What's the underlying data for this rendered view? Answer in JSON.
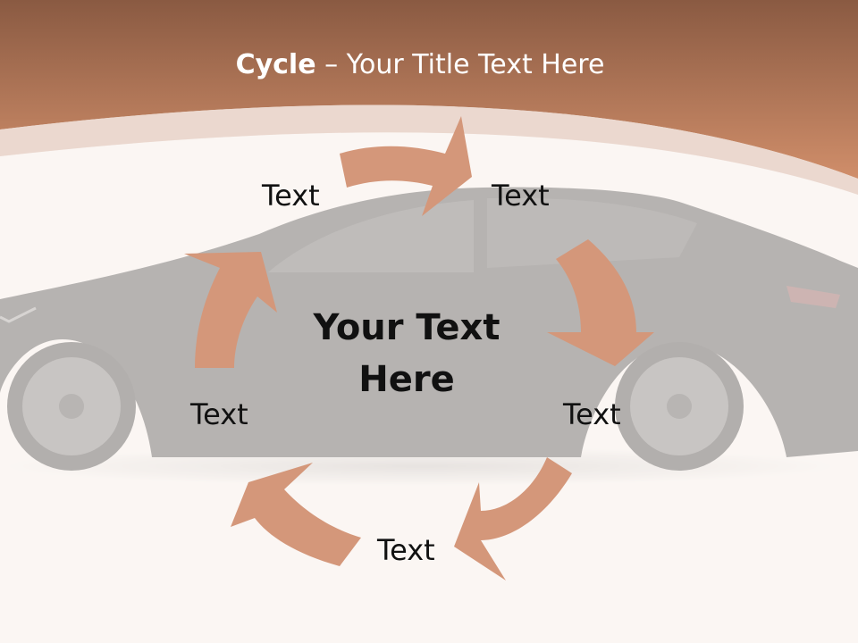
{
  "slide": {
    "title_bold": "Cycle",
    "title_rest": " – Your Title Text Here",
    "center_text_line1": "Your Text",
    "center_text_line2": "Here",
    "nodes": [
      {
        "id": "top-left",
        "label": "Text"
      },
      {
        "id": "top-right",
        "label": "Text"
      },
      {
        "id": "right",
        "label": "Text"
      },
      {
        "id": "bottom",
        "label": "Text"
      },
      {
        "id": "left",
        "label": "Text"
      }
    ]
  },
  "colors": {
    "header_top": "#8a5a42",
    "header_bottom": "#c98a68",
    "arrow": "#d4977a",
    "car": "#1a1a1a"
  }
}
